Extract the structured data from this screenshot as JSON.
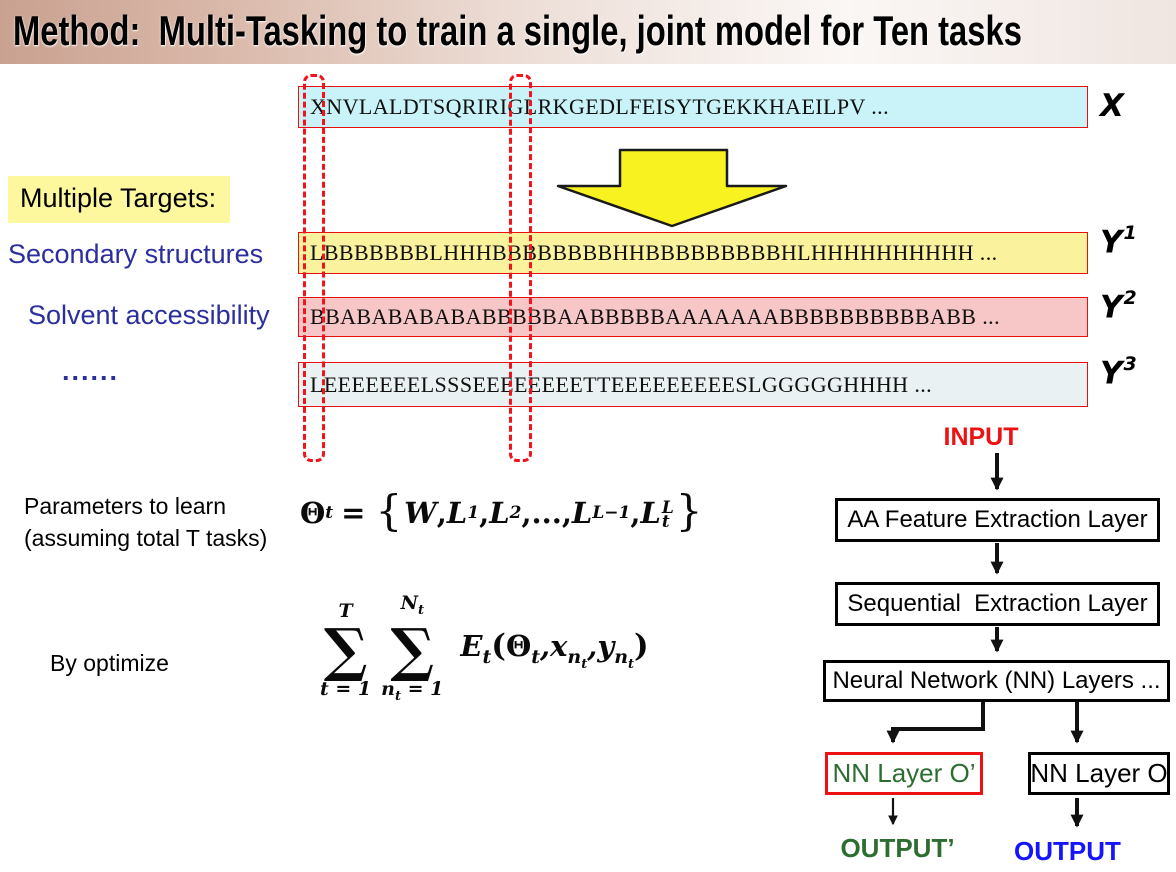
{
  "title": "Method:  Multi-Tasking to train a single, joint model for Ten tasks",
  "sequence_panel": {
    "input_row": {
      "text": "XNVLALDTSQRIRIGLRKGEDLFEISYTGEKKHAEILPV ...",
      "label": "X"
    },
    "target_rows": [
      {
        "text": "LBBBBBBBLHHHBBBBBBBBHHBBBBBBBBBHLHHHHHHHHHH ...",
        "label_base": "Y",
        "label_sup": "1"
      },
      {
        "text": "BBABABABABABBBBBAABBBBBAAAAAAABBBBBBBBBBABB ...",
        "label_base": "Y",
        "label_sup": "2"
      },
      {
        "text": "LEEEEEEELSSSEEEEEEEETTEEEEEEEEESLGGGGGHHHH ...",
        "label_base": "Y",
        "label_sup": "3"
      }
    ]
  },
  "left_panel": {
    "multiple_targets_label": "Multiple Targets:",
    "target_names": [
      "Secondary structures",
      "Solvent accessibility",
      "......"
    ]
  },
  "parameters_section": {
    "caption_line1": "Parameters to learn",
    "caption_line2": "(assuming total T tasks)",
    "formula": {
      "theta": "Θ",
      "theta_sub": "t",
      "equals": "=",
      "open_brace": "{",
      "w_term": "W",
      "comma0": ",",
      "l1": "L",
      "l1_sup": "1",
      "comma1": ",",
      "l2": "L",
      "l2_sup": "2",
      "dots": ",...,",
      "lm": "L",
      "lm_sup": "L−1",
      "comma2": ",",
      "lt": "L",
      "lt_sup": "L",
      "lt_sub": "t",
      "close_brace": "}"
    }
  },
  "optimize_section": {
    "caption": "By optimize",
    "formula": {
      "sigma1": "∑",
      "sum1_top": "T",
      "sum1_bot_var": "t",
      "sum1_bot_rest": " = 1",
      "sigma2": "∑",
      "sum2_top_var": "N",
      "sum2_top_sub": "t",
      "sum2_bot_var": "n",
      "sum2_bot_sub": "t",
      "sum2_bot_rest": " = 1",
      "e_var": "E",
      "e_sub": "t",
      "open_paren": "(",
      "theta": "Θ",
      "theta_sub": "t",
      "comma1": ",",
      "x_var": "x",
      "x_sub_var": "n",
      "x_sub_sub": "t",
      "comma2": ",",
      "y_var": "y",
      "y_sub_var": "n",
      "y_sub_sub": "t",
      "close_paren": ")"
    }
  },
  "flowchart": {
    "input_label": "INPUT",
    "layer_boxes": [
      "AA Feature Extraction Layer",
      "Sequential  Extraction Layer",
      "Neural Network (NN) Layers ..."
    ],
    "nn_layer_prime_label": "NN Layer O’",
    "nn_layer_label": "NN Layer O",
    "output_prime_label": "OUTPUT’",
    "output_label": "OUTPUT"
  },
  "colors": {
    "title_gradient_left": "#c9a190",
    "input_box_fill": "#c9f3f8",
    "target1_fill": "#fbf29d",
    "target2_fill": "#f7c6c7",
    "target3_fill": "#e9f1f2",
    "highlight_yellow": "#fdf79d",
    "arrow_yellow": "#f8f220",
    "label_navy": "#2b2f9e",
    "accent_red": "#ee1111",
    "output_prime_green": "#2e6d30",
    "output_blue": "#1414ff"
  }
}
